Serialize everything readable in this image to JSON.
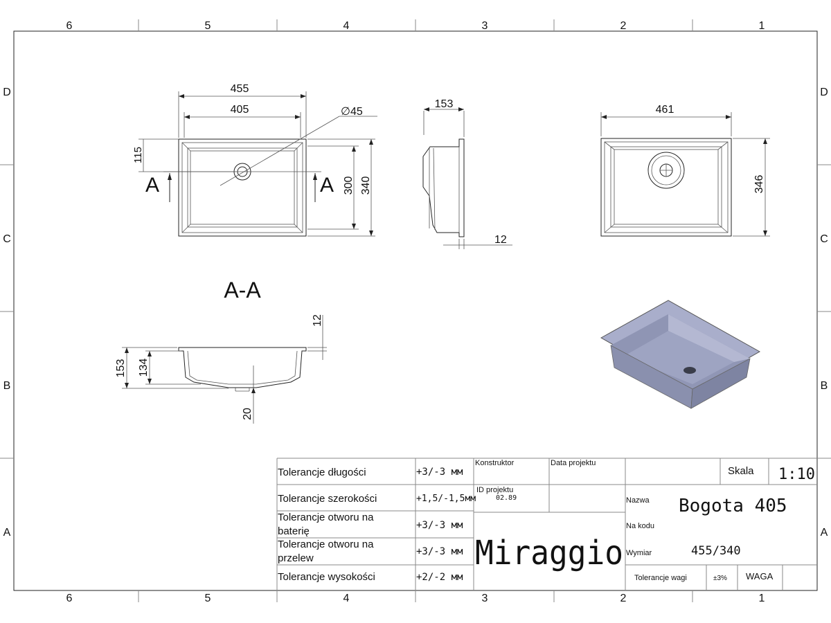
{
  "border": {
    "columns": [
      "6",
      "5",
      "4",
      "3",
      "2",
      "1"
    ],
    "rows": [
      "D",
      "C",
      "B",
      "A"
    ]
  },
  "views": {
    "top": {
      "width_outer": "455",
      "width_inner": "405",
      "hole": "∅45",
      "offset": "115",
      "height_inner": "300",
      "height_outer": "340",
      "section_mark": "A"
    },
    "side": {
      "depth": "153",
      "rim": "12"
    },
    "bottom": {
      "width": "461",
      "height": "346"
    },
    "section": {
      "title": "A-A",
      "rim": "12",
      "total": "153",
      "bowl": "134",
      "drain": "20"
    }
  },
  "title_block": {
    "tolerances": [
      {
        "label": "Tolerancje długości",
        "value": "+3/-3 мм"
      },
      {
        "label": "Tolerancje szerokości",
        "value": "+1,5/-1,5мм"
      },
      {
        "label": "Tolerancje otworu na baterię",
        "value": "+3/-3 мм"
      },
      {
        "label": "Tolerancje otworu na przelew",
        "value": "+3/-3 мм"
      },
      {
        "label": "Tolerancje wysokości",
        "value": "+2/-2 мм"
      }
    ],
    "konstruktor_label": "Konstruktor",
    "data_projektu_label": "Data projektu",
    "id_projektu_label": "ID projektu",
    "id_projektu_value": "02.89",
    "brand": "Miraggio",
    "skala_label": "Skala",
    "skala_value": "1:10",
    "nazwa_label": "Nazwa",
    "nazwa_value": "Bogota 405",
    "na_kodu_label": "Na kodu",
    "wymiar_label": "Wymiar",
    "wymiar_value": "455/340",
    "tolerancje_wagi_label": "Tolerancje wagi",
    "tolerancje_wagi_value": "±3%",
    "waga_label": "WAGA"
  },
  "colors": {
    "sink_fill": "#9ea4c2",
    "sink_dark": "#7e84a2"
  }
}
